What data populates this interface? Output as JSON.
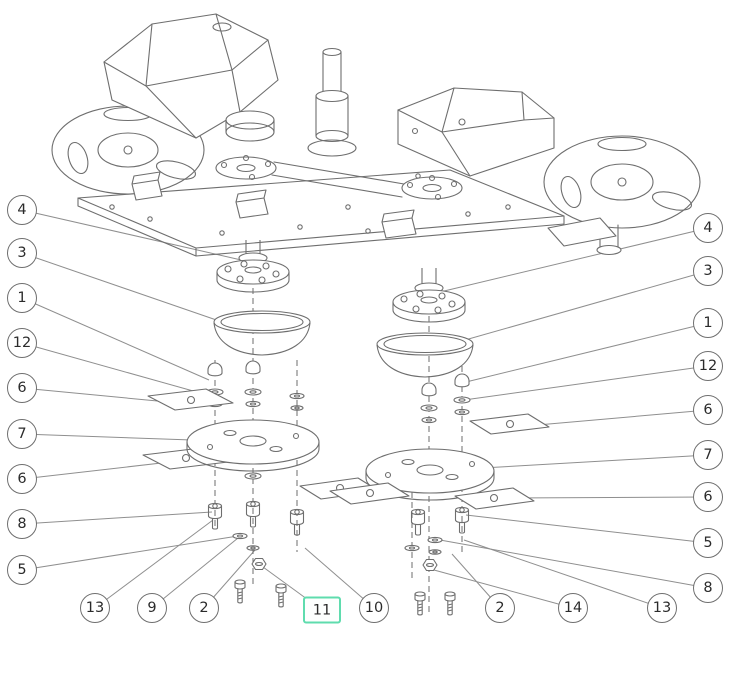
{
  "diagram": {
    "type": "exploded-parts-diagram",
    "background_color": "#ffffff",
    "line_color": "#6e6e6e",
    "highlight": {
      "label": "11",
      "color": "#5fdcae",
      "shape": "rectangle"
    },
    "callouts": {
      "left": [
        {
          "label": "4"
        },
        {
          "label": "3"
        },
        {
          "label": "1"
        },
        {
          "label": "12"
        },
        {
          "label": "6"
        },
        {
          "label": "7"
        },
        {
          "label": "6"
        },
        {
          "label": "8"
        },
        {
          "label": "5"
        }
      ],
      "right": [
        {
          "label": "4"
        },
        {
          "label": "3"
        },
        {
          "label": "1"
        },
        {
          "label": "12"
        },
        {
          "label": "6"
        },
        {
          "label": "7"
        },
        {
          "label": "6"
        },
        {
          "label": "5"
        },
        {
          "label": "8"
        }
      ],
      "bottom": [
        {
          "label": "13"
        },
        {
          "label": "9"
        },
        {
          "label": "2"
        },
        {
          "label": "11",
          "highlighted": true
        },
        {
          "label": "10"
        },
        {
          "label": "2"
        },
        {
          "label": "14"
        },
        {
          "label": "13"
        }
      ]
    }
  }
}
